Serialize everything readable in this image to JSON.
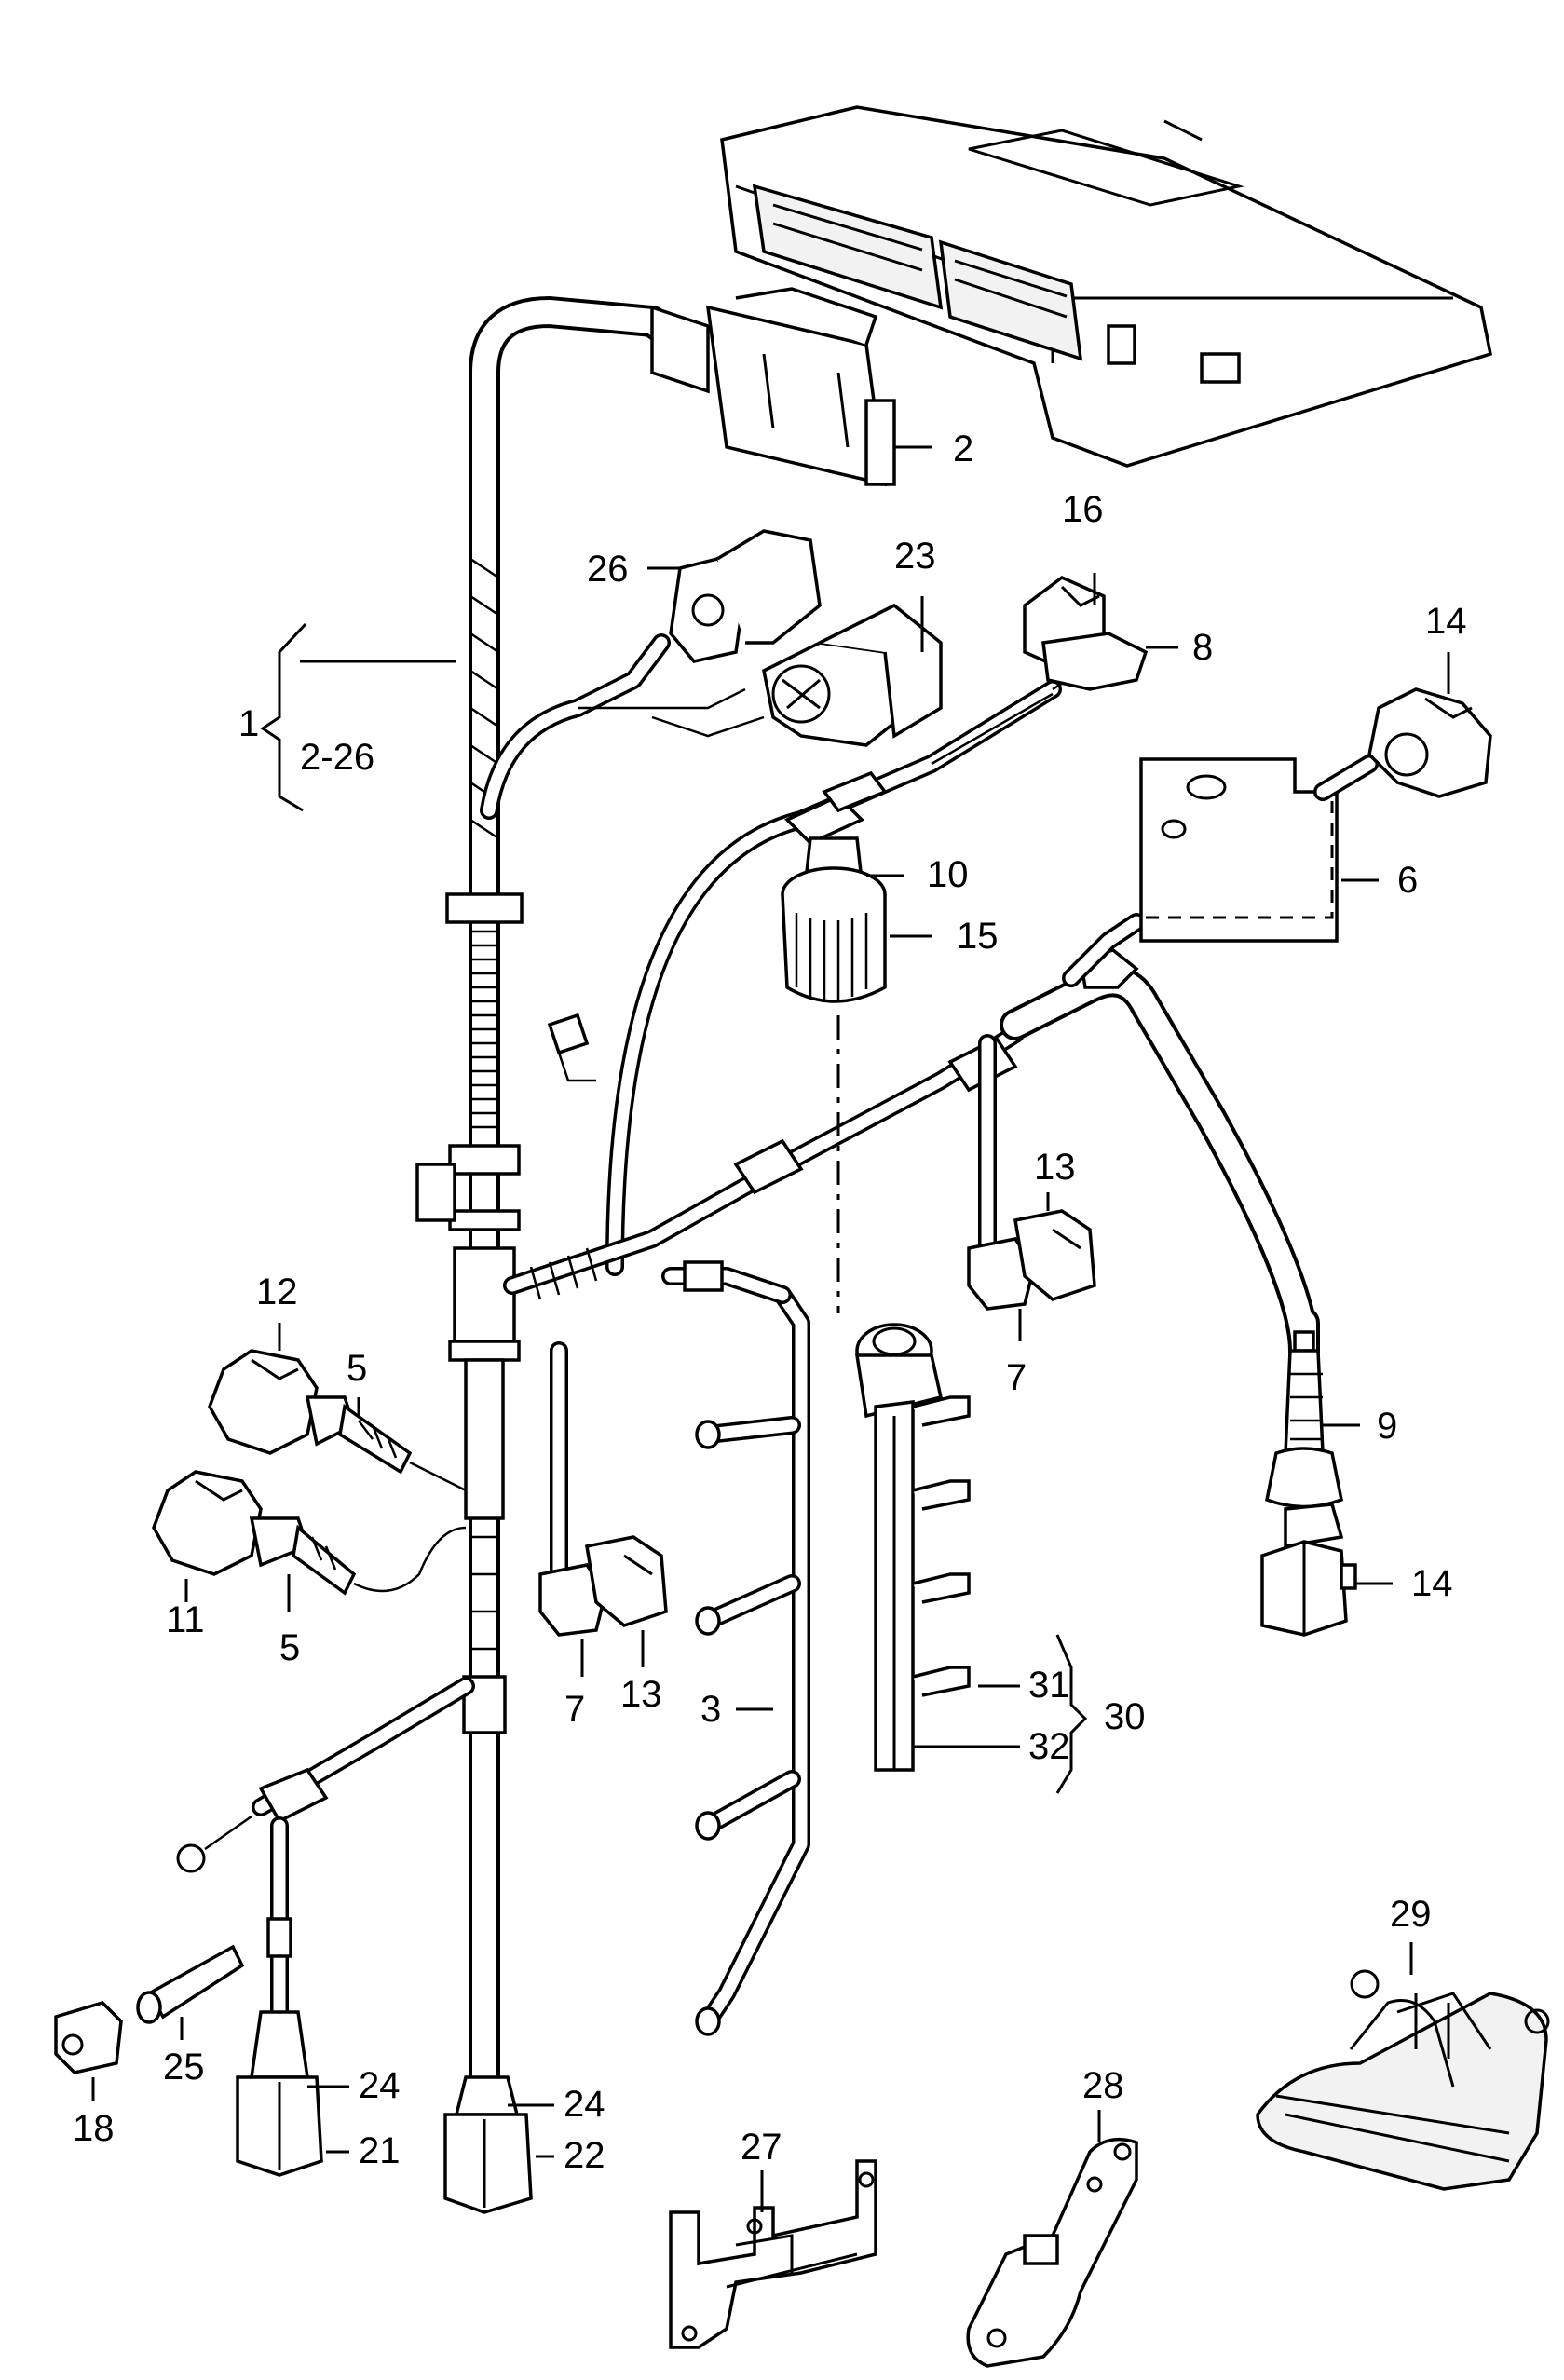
{
  "callouts": {
    "c1": "1",
    "c2_26": "2-26",
    "c2": "2",
    "c3": "3",
    "c5a": "5",
    "c5b": "5",
    "c6": "6",
    "c7a": "7",
    "c7b": "7",
    "c8": "8",
    "c9": "9",
    "c10": "10",
    "c11": "11",
    "c12": "12",
    "c13a": "13",
    "c13b": "13",
    "c14a": "14",
    "c14b": "14",
    "c15": "15",
    "c16": "16",
    "c18": "18",
    "c21": "21",
    "c22": "22",
    "c23": "23",
    "c24a": "24",
    "c24b": "24",
    "c25": "25",
    "c26": "26",
    "c27": "27",
    "c28": "28",
    "c29": "29",
    "c30": "30",
    "c31": "31",
    "c32": "32"
  }
}
